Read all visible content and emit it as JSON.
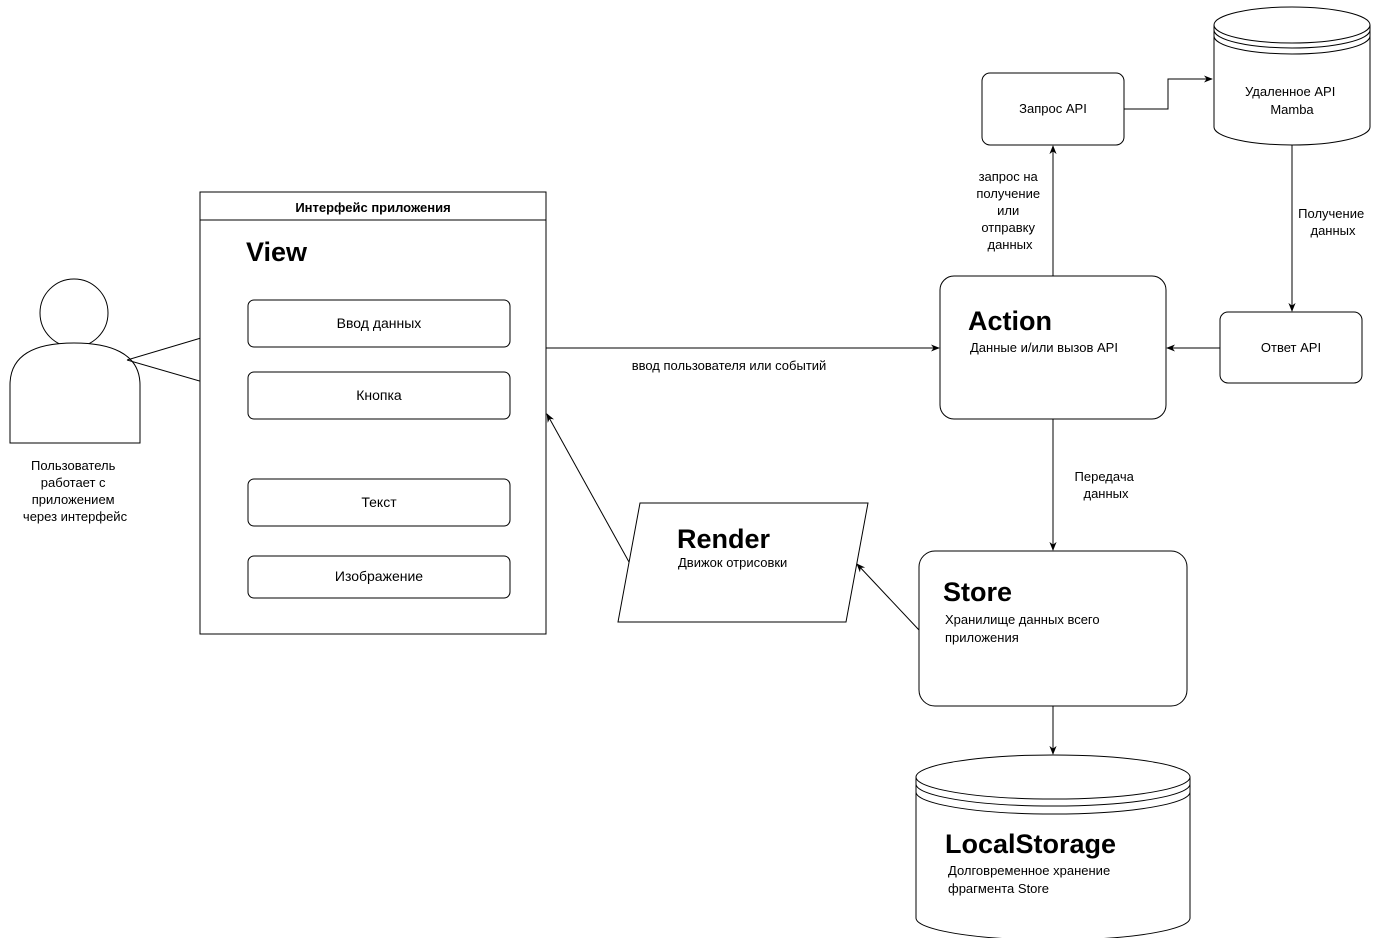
{
  "user": {
    "lines": [
      "Пользователь",
      "работает с",
      "приложением",
      "через интерфейс"
    ]
  },
  "view_panel": {
    "header": "Интерфейс приложения",
    "title": "View",
    "items": [
      "Ввод данных",
      "Кнопка",
      "Текст",
      "Изображение"
    ]
  },
  "edges": {
    "view_to_action": "ввод пользователя или событий",
    "action_to_api": [
      "запрос на",
      "получение",
      "или",
      "отправку",
      "данных"
    ],
    "remote_to_response": [
      "Получение",
      "данных"
    ],
    "action_to_store": [
      "Передача",
      "данных"
    ]
  },
  "action": {
    "title": "Action",
    "subtitle": "Данные и/или вызов API"
  },
  "api_request": {
    "label": "Запрос API"
  },
  "remote_api": {
    "lines": [
      "Удаленное API",
      "Mamba"
    ]
  },
  "api_response": {
    "label": "Ответ API"
  },
  "render": {
    "title": "Render",
    "subtitle": "Движок отрисовки"
  },
  "store": {
    "title": "Store",
    "subtitle_lines": [
      "Хранилище данных всего",
      "приложения"
    ]
  },
  "local_storage": {
    "title": "LocalStorage",
    "subtitle_lines": [
      "Долговременное хранение",
      "фрагмента Store"
    ]
  }
}
